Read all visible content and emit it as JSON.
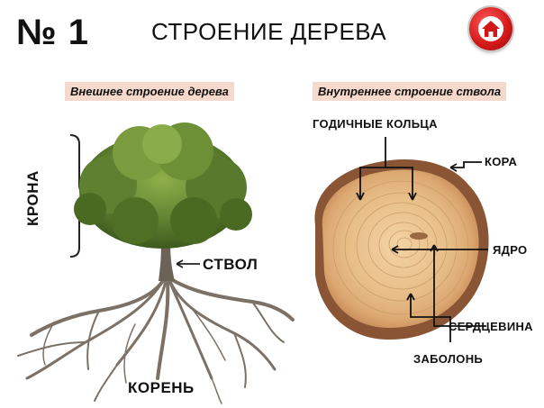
{
  "header": {
    "number": "№ 1",
    "title": "СТРОЕНИЕ ДЕРЕВА"
  },
  "sections": {
    "external": "Внешнее строение дерева",
    "internal": "Внутреннее строение ствола"
  },
  "tree_labels": {
    "crown": "КРОНА",
    "trunk": "СТВОЛ",
    "root": "КОРЕНЬ"
  },
  "trunk_labels": {
    "rings": "ГОДИЧНЫЕ КОЛЬЦА",
    "bark": "КОРА",
    "core": "ЯДРО",
    "pith": "СЕРДЦЕВИНА",
    "sapwood": "ЗАБОЛОНЬ"
  },
  "icons": {
    "home": "home-icon"
  },
  "colors": {
    "label_bg": "#f4d9cc",
    "home_red": "#d11818",
    "foliage": "#5a7a2a",
    "wood": "#e8c090",
    "bark": "#7a4a2e"
  }
}
